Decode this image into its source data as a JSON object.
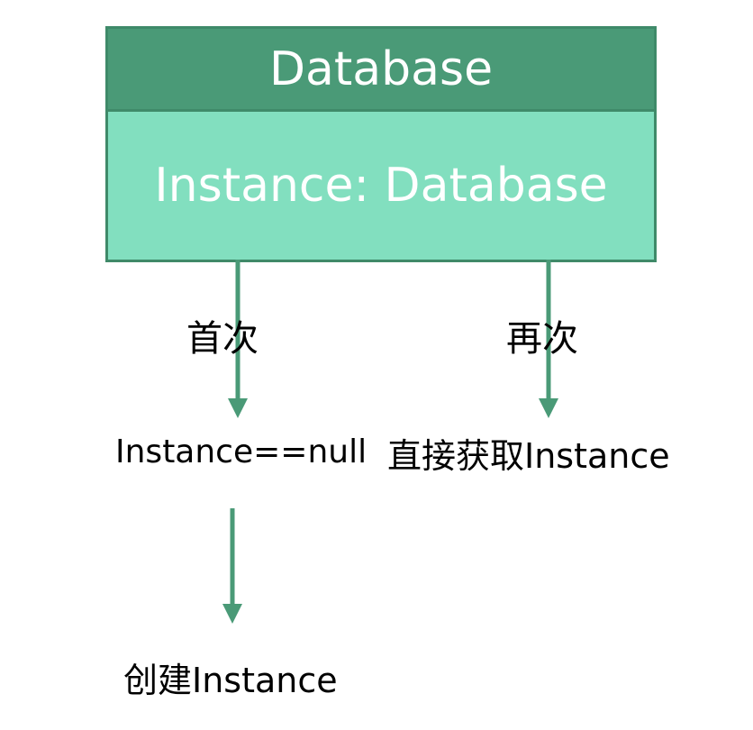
{
  "class_box": {
    "name": "Database",
    "attribute": "Instance: Database"
  },
  "branches": {
    "first": {
      "label": "首次",
      "result": "Instance==null",
      "next": "创建Instance"
    },
    "again": {
      "label": "再次",
      "result": "直接获取Instance"
    }
  },
  "colors": {
    "header_fill": "#4a9a77",
    "body_fill": "#82dfbf",
    "border": "#3f8a69",
    "arrow": "#4a9a77"
  }
}
